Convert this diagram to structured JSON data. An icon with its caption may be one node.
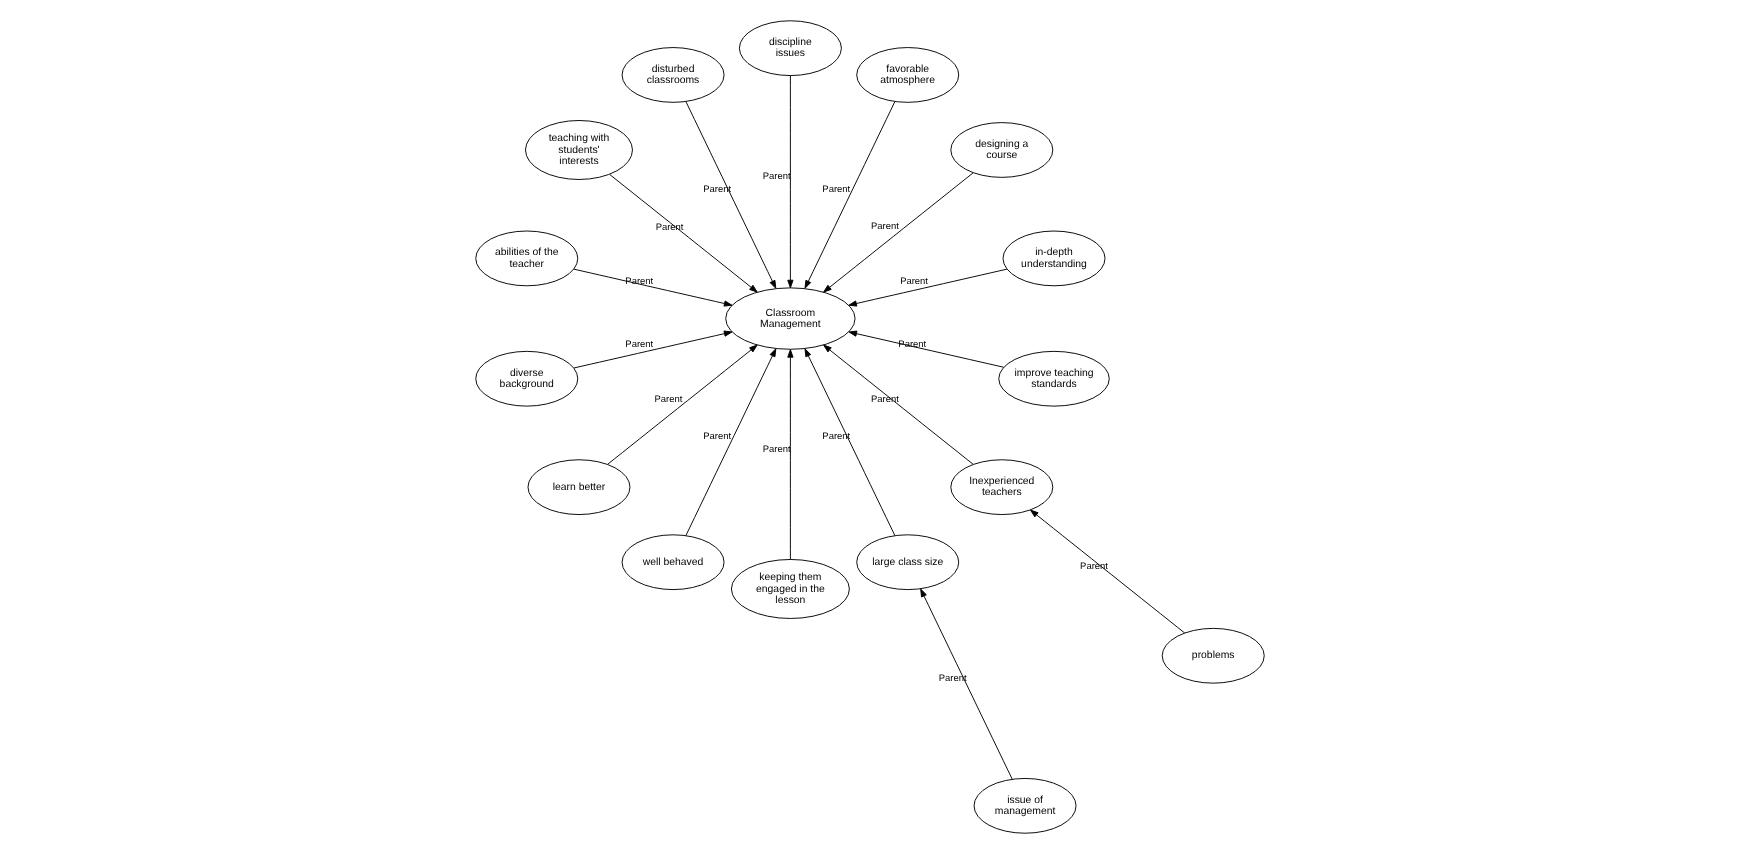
{
  "diagram": {
    "nodes": [
      {
        "text": [
          "Classroom Management"
        ]
      },
      {
        "text": [
          "in-depth understanding"
        ]
      },
      {
        "text": [
          "designing a course"
        ]
      },
      {
        "text": [
          "favorable atmosphere"
        ]
      },
      {
        "text": [
          "discipline issues"
        ]
      },
      {
        "text": [
          "disturbed classrooms"
        ]
      },
      {
        "text": [
          "teaching with students' interests"
        ]
      },
      {
        "text": [
          "abilities of the teacher"
        ]
      },
      {
        "text": [
          "diverse background"
        ]
      },
      {
        "text": [
          "learn better"
        ]
      },
      {
        "text": [
          "well behaved"
        ]
      },
      {
        "text": [
          "keeping them engaged in the lesson"
        ]
      },
      {
        "text": [
          "large class size"
        ]
      },
      {
        "text": [
          "Inexperienced teachers"
        ]
      },
      {
        "text": [
          "improve teaching standards"
        ]
      },
      {
        "text": [
          "issue of management"
        ]
      },
      {
        "text": [
          "problems"
        ]
      }
    ],
    "edges": [
      {
        "from": 1,
        "to": 0,
        "arrow": "to",
        "label": "Parent"
      },
      {
        "from": 2,
        "to": 0,
        "arrow": "to",
        "label": "Parent"
      },
      {
        "from": 3,
        "to": 0,
        "arrow": "to",
        "label": "Parent"
      },
      {
        "from": 4,
        "to": 0,
        "arrow": "to",
        "label": "Parent"
      },
      {
        "from": 5,
        "to": 0,
        "arrow": "to",
        "label": "Parent"
      },
      {
        "from": 6,
        "to": 0,
        "arrow": "to",
        "label": "Parent"
      },
      {
        "from": 7,
        "to": 0,
        "arrow": "to",
        "label": "Parent"
      },
      {
        "from": 8,
        "to": 0,
        "arrow": "to",
        "label": "Parent"
      },
      {
        "from": 9,
        "to": 0,
        "arrow": "to",
        "label": "Parent"
      },
      {
        "from": 10,
        "to": 0,
        "arrow": "to",
        "label": "Parent"
      },
      {
        "from": 11,
        "to": 0,
        "arrow": "to",
        "label": "Parent"
      },
      {
        "from": 12,
        "to": 0,
        "arrow": "to",
        "label": "Parent"
      },
      {
        "from": 13,
        "to": 0,
        "arrow": "to",
        "label": "Parent"
      },
      {
        "from": 14,
        "to": 0,
        "arrow": "to",
        "label": "Parent"
      },
      {
        "from": 15,
        "to": 12,
        "arrow": "to",
        "label": "Parent"
      },
      {
        "from": 16,
        "to": 13,
        "arrow": "to",
        "label": "Parent"
      }
    ]
  }
}
